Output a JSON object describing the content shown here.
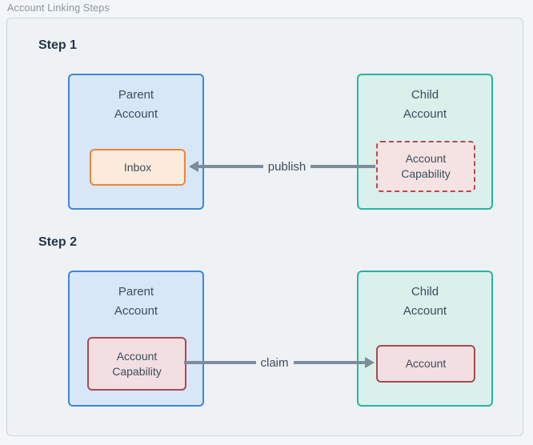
{
  "frame": {
    "title": "Account Linking Steps"
  },
  "colors": {
    "page_background": "#f3f6f8",
    "frame_background": "#eef2f5",
    "frame_border": "#ccd5dc",
    "parent_node_fill": "#d8e7f8",
    "parent_node_border": "#3f87d8",
    "child_node_fill": "#d9f0eb",
    "child_node_border": "#2bb3a0",
    "inbox_fill": "#fcebda",
    "inbox_border": "#e8873d",
    "capability_fill": "#f5e3e4",
    "capability_border": "#b54a4e",
    "arrow": "#7d8c9b",
    "text": "#3d4c5e"
  },
  "steps": [
    {
      "label": "Step 1",
      "parent": {
        "title_lines": [
          "Parent",
          "Account"
        ],
        "inner_lines": [
          "Inbox"
        ]
      },
      "child": {
        "title_lines": [
          "Child",
          "Account"
        ],
        "inner_lines": [
          "Account",
          "Capability"
        ]
      },
      "arrow": {
        "label": "publish",
        "direction": "left"
      }
    },
    {
      "label": "Step 2",
      "parent": {
        "title_lines": [
          "Parent",
          "Account"
        ],
        "inner_lines": [
          "Account",
          "Capability"
        ]
      },
      "child": {
        "title_lines": [
          "Child",
          "Account"
        ],
        "inner_lines": [
          "Account"
        ]
      },
      "arrow": {
        "label": "claim",
        "direction": "right"
      }
    }
  ]
}
